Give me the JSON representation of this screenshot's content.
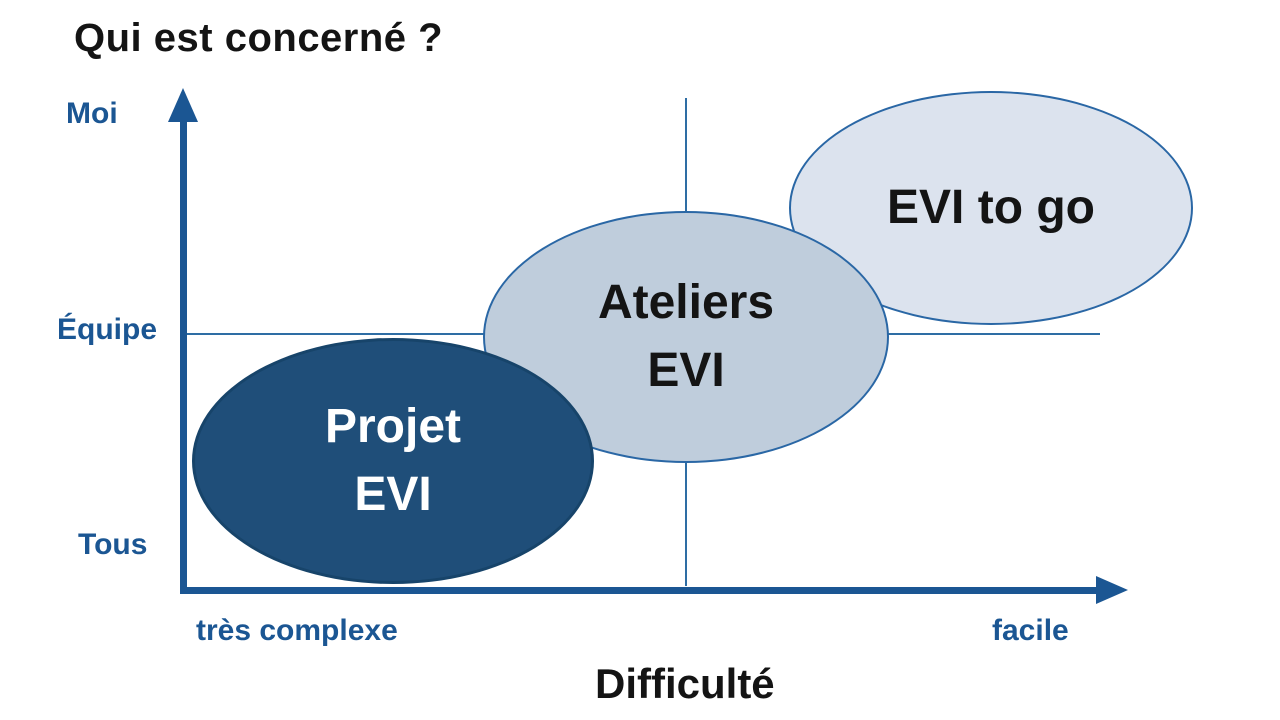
{
  "title": "Qui est concerné ?",
  "colors": {
    "axis_blue": "#1b5693",
    "label_blue": "#1b5693",
    "gridline_blue": "#2e6da4",
    "title_black": "#141414",
    "bubble_dark_fill": "#1f4e79",
    "bubble_dark_border": "#17446a",
    "bubble_dark_text": "#ffffff",
    "bubble_mid_fill": "#bfcddc",
    "bubble_light_fill": "#dce3ee",
    "bubble_light_border": "#2a67a5",
    "bubble_light_text": "#141414"
  },
  "y_axis": {
    "labels": [
      {
        "text": "Moi"
      },
      {
        "text": "Équipe"
      },
      {
        "text": "Tous"
      }
    ]
  },
  "x_axis": {
    "label_left": "très complexe",
    "label_right": "facile",
    "title": "Difficulté"
  },
  "ellipses": [
    {
      "id": "projet-evi",
      "lines": [
        "Projet",
        "EVI"
      ]
    },
    {
      "id": "ateliers-evi",
      "lines": [
        "Ateliers",
        "EVI"
      ]
    },
    {
      "id": "evi-to-go",
      "lines": [
        "EVI to go"
      ]
    }
  ],
  "chart_data": {
    "type": "scatter",
    "title": "Qui est concerné ?",
    "xlabel": "Difficulté",
    "ylabel": "Qui est concerné ?",
    "x_ticks": [
      "très complexe",
      "facile"
    ],
    "y_ticks": [
      "Tous",
      "Équipe",
      "Moi"
    ],
    "grid": "center cross (vertical at mid-difficulté, horizontal at Équipe level)",
    "points": [
      {
        "label": "Projet EVI",
        "x": "très complexe",
        "y": "entre Tous et Équipe",
        "x_rel": 0.22,
        "y_rel": 0.27
      },
      {
        "label": "Ateliers EVI",
        "x": "difficulté intermédiaire",
        "y": "Équipe",
        "x_rel": 0.53,
        "y_rel": 0.52
      },
      {
        "label": "EVI to go",
        "x": "facile",
        "y": "entre Équipe et Moi",
        "x_rel": 0.85,
        "y_rel": 0.78
      }
    ]
  }
}
